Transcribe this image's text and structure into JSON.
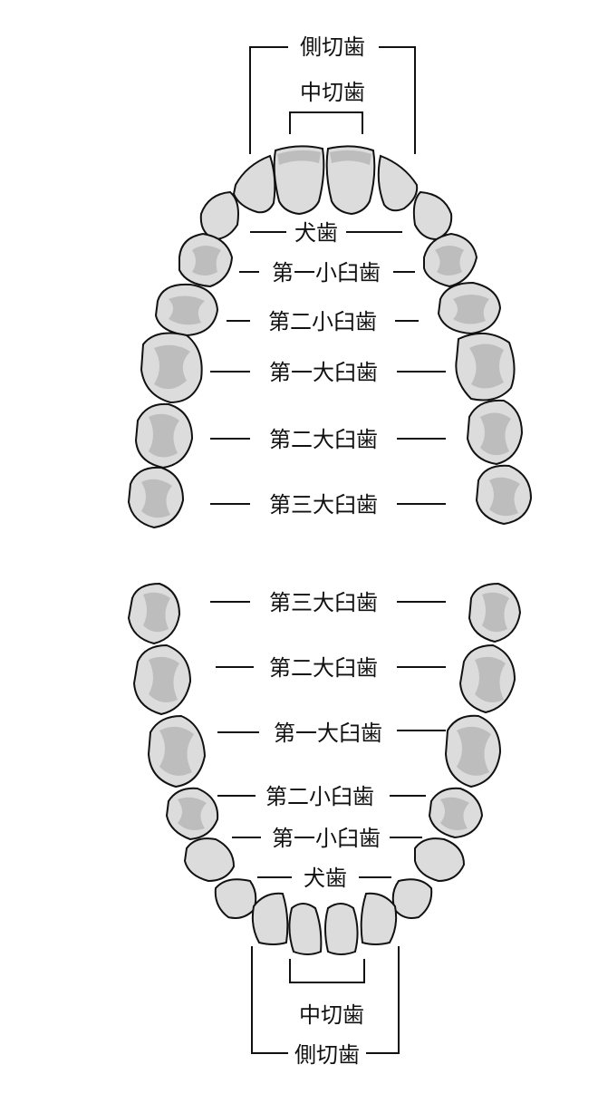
{
  "upper": {
    "lateral_incisor": "側切歯",
    "central_incisor": "中切歯",
    "canine": "犬歯",
    "first_premolar": "第一小臼歯",
    "second_premolar": "第二小臼歯",
    "first_molar": "第一大臼歯",
    "second_molar": "第二大臼歯",
    "third_molar": "第三大臼歯"
  },
  "lower": {
    "third_molar": "第三大臼歯",
    "second_molar": "第二大臼歯",
    "first_molar": "第一大臼歯",
    "second_premolar": "第二小臼歯",
    "first_premolar": "第一小臼歯",
    "canine": "犬歯",
    "central_incisor": "中切歯",
    "lateral_incisor": "側切歯"
  },
  "colors": {
    "tooth_fill": "#dcdcdc",
    "tooth_shade": "#bdbdbd",
    "outline": "#111111"
  }
}
